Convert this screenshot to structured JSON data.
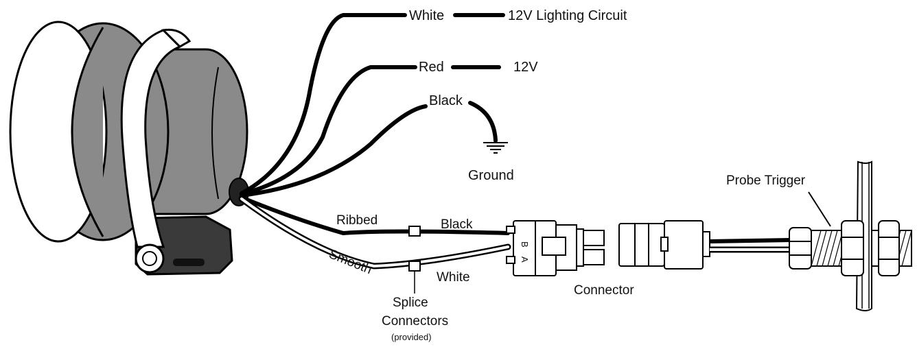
{
  "labels": {
    "white_wire": "White",
    "lighting_circuit": "12V Lighting Circuit",
    "red_wire": "Red",
    "power_12v": "12V",
    "black_wire": "Black",
    "ground": "Ground",
    "ribbed": "Ribbed",
    "smooth": "Smooth",
    "black_lead": "Black",
    "white_lead": "White",
    "splice_line1": "Splice",
    "splice_line2": "Connectors",
    "splice_note": "(provided)",
    "connector": "Connector",
    "probe_trigger": "Probe Trigger",
    "connector_pin_b": "B",
    "connector_pin_a": "A"
  },
  "colors": {
    "gauge_body": "#8a8a8a",
    "bracket": "#3a3a3a",
    "wire": "#000000",
    "background": "#ffffff"
  }
}
